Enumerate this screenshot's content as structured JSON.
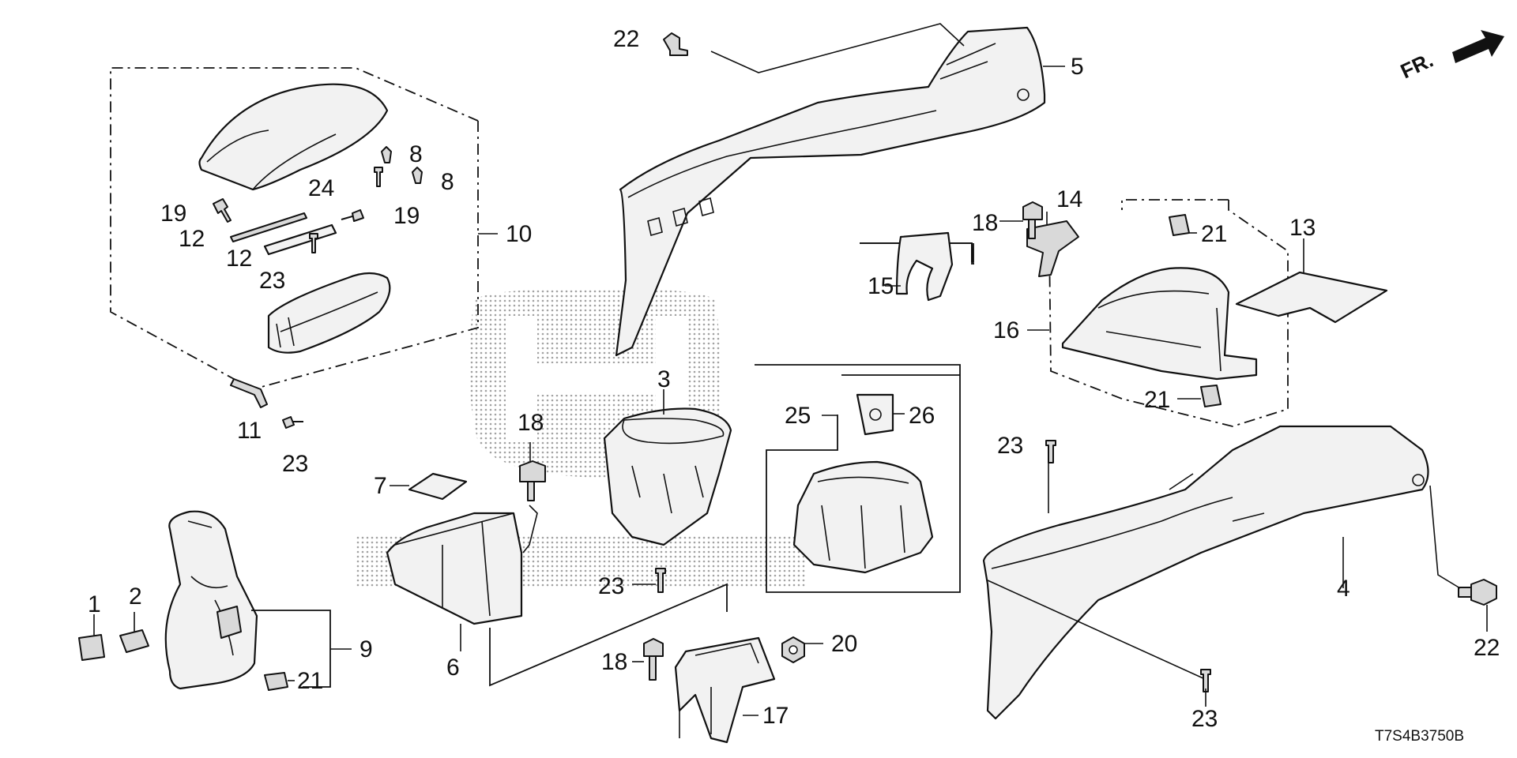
{
  "diagram": {
    "code": "T7S4B3750B",
    "front_marker": "FR.",
    "callouts": {
      "c1": "1",
      "c2": "2",
      "c3": "3",
      "c4": "4",
      "c5": "5",
      "c6": "6",
      "c7": "7",
      "c8a": "8",
      "c8b": "8",
      "c9": "9",
      "c10": "10",
      "c11": "11",
      "c12a": "12",
      "c12b": "12",
      "c13": "13",
      "c14": "14",
      "c15": "15",
      "c16": "16",
      "c17": "17",
      "c18a": "18",
      "c18b": "18",
      "c18c": "18",
      "c19a": "19",
      "c19b": "19",
      "c20": "20",
      "c21a": "21",
      "c21b": "21",
      "c21c": "21",
      "c22a": "22",
      "c22b": "22",
      "c23a": "23",
      "c23b": "23",
      "c23c": "23",
      "c23d": "23",
      "c23e": "23",
      "c24": "24",
      "c25": "25",
      "c26": "26"
    }
  }
}
